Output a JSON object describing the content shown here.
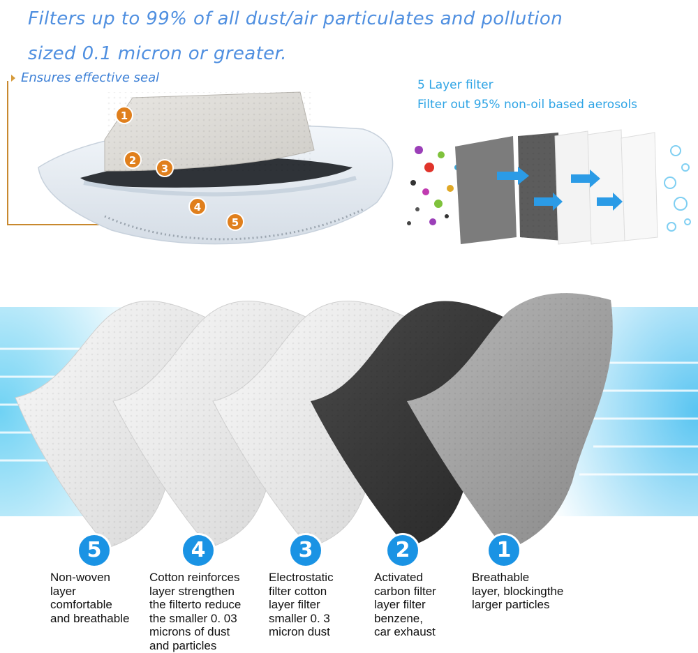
{
  "headline": {
    "line1": "Filters up to 99% of all dust/air particulates and pollution",
    "line2": "sized 0.1 micron or greater."
  },
  "seal_label": "Ensures effective seal",
  "layer_filter": {
    "line1": "5 Layer filter",
    "line2": "Filter out 95% non-oil based aerosols"
  },
  "mask_markers": [
    "1",
    "2",
    "3",
    "4",
    "5"
  ],
  "layers": [
    {
      "number": "5",
      "lines": [
        "Non-woven",
        "layer",
        "comfortable",
        "and breathable"
      ]
    },
    {
      "number": "4",
      "lines": [
        "Cotton reinforces",
        "layer strengthen",
        "the filterto reduce",
        "the smaller 0. 03",
        "microns of dust",
        "and particles"
      ]
    },
    {
      "number": "3",
      "lines": [
        "Electrostatic",
        "filter cotton",
        "layer filter",
        "smaller 0. 3",
        "micron dust"
      ]
    },
    {
      "number": "2",
      "lines": [
        "Activated",
        "carbon filter",
        "layer filter",
        "benzene,",
        "car exhaust"
      ]
    },
    {
      "number": "1",
      "lines": [
        "Breathable",
        "layer, blockingthe",
        "larger particles"
      ]
    }
  ],
  "colors": {
    "headline": "#4f8fe0",
    "accent_blue": "#1a93e4",
    "marker_orange": "#e07f1c",
    "frame_gold": "#c8882e"
  }
}
